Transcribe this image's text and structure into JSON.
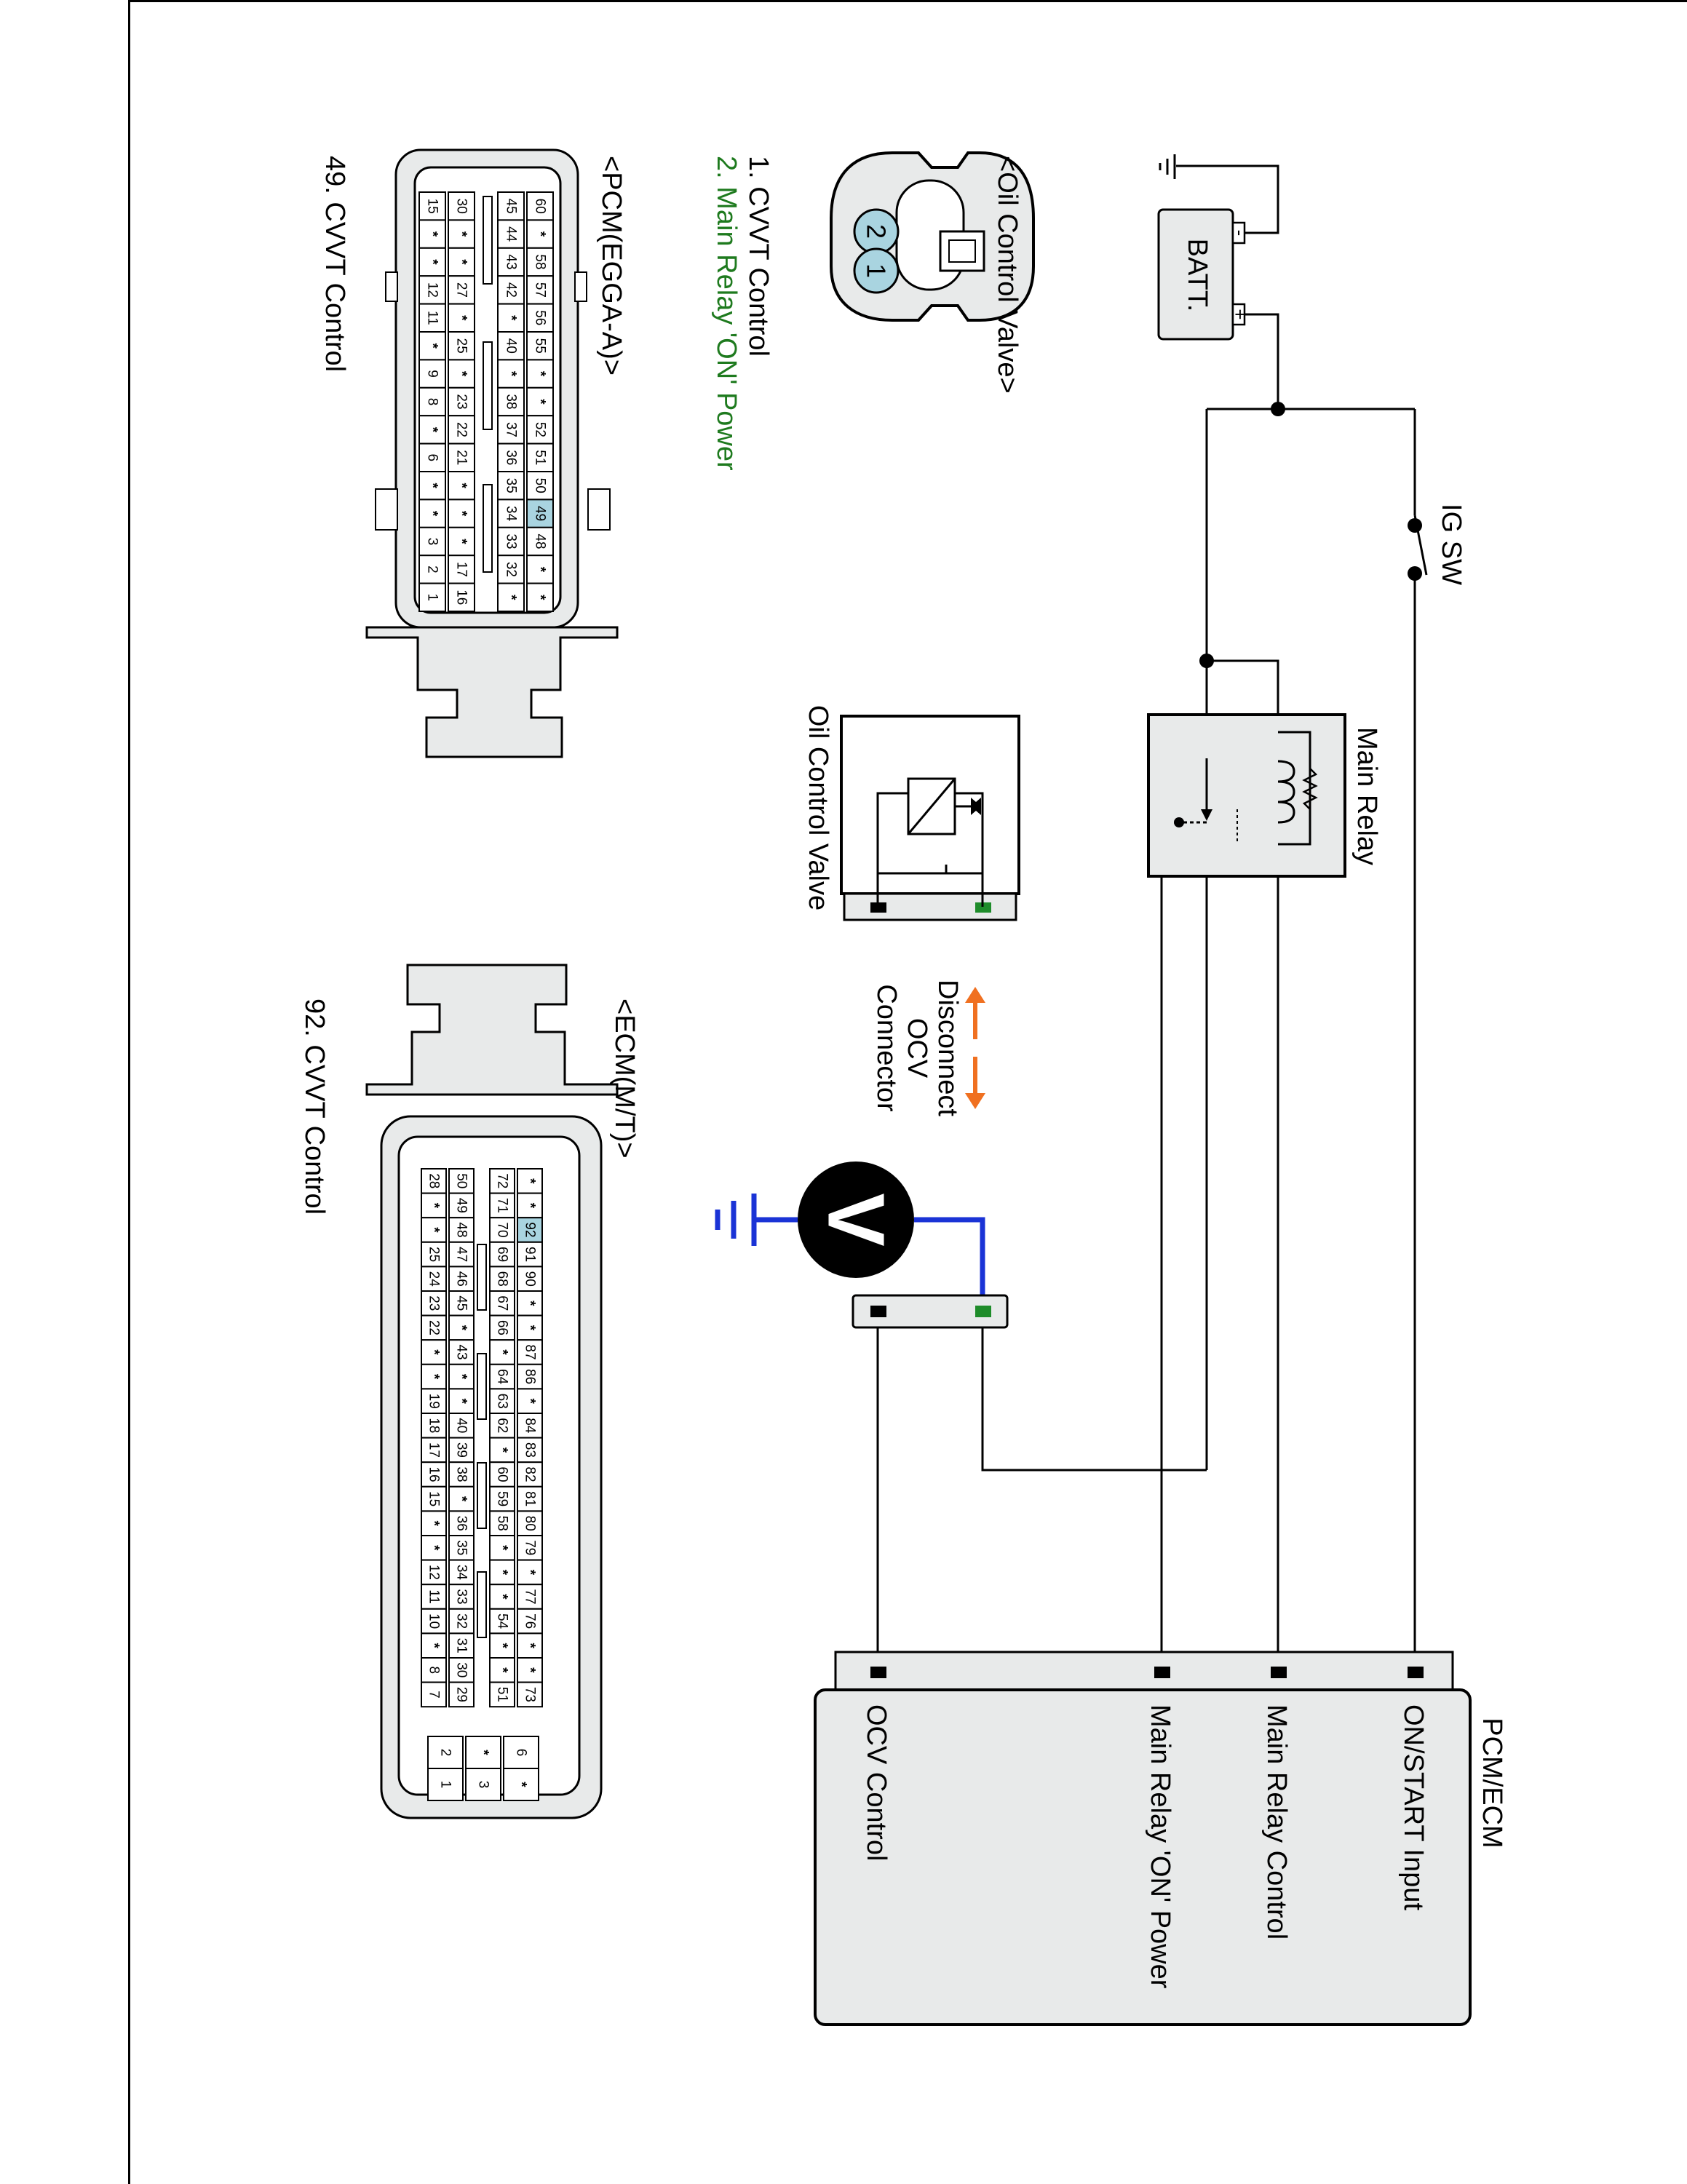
{
  "diagram": {
    "battery_label": "BATT.",
    "battery_minus": "-",
    "battery_plus": "+",
    "ig_switch_label": "IG SW",
    "main_relay_label": "Main Relay",
    "ocv_component_label": "Oil Control Valve",
    "disconnect_note": [
      "Disconnect",
      "OCV",
      "Connector"
    ],
    "voltmeter_symbol": "V",
    "pcm_title": "PCM/ECM",
    "pcm_pins": [
      "ON/START Input",
      "Main Relay Control",
      "Main Relay 'ON' Power",
      "OCV Control"
    ],
    "ocv_connector_title": "<Oil Control Valve>",
    "ocv_connector_pins": [
      "2",
      "1"
    ],
    "ocv_pin_list": [
      "1. CVVT Control",
      "2. Main Relay 'ON' Power"
    ],
    "pcm_connector_title": "<PCM(EGGA-A)>",
    "pcm_connector_note": "49. CVVT Control",
    "ecm_connector_title": "<ECM(M/T)>",
    "ecm_connector_note": "92. CVVT Control",
    "pcm_grid": [
      [
        "60",
        "*",
        "58",
        "57",
        "56",
        "55",
        "*",
        "*",
        "52",
        "51",
        "50",
        "49",
        "48",
        "*",
        "*"
      ],
      [
        "45",
        "44",
        "43",
        "42",
        "*",
        "40",
        "*",
        "38",
        "37",
        "36",
        "35",
        "34",
        "33",
        "32",
        "*"
      ],
      [
        "30",
        "*",
        "*",
        "27",
        "*",
        "25",
        "*",
        "23",
        "22",
        "21",
        "*",
        "*",
        "*",
        "17",
        "16"
      ],
      [
        "15",
        "*",
        "*",
        "12",
        "11",
        "*",
        "9",
        "8",
        "*",
        "6",
        "*",
        "*",
        "3",
        "2",
        "1"
      ]
    ],
    "ecm_grid": [
      [
        "*",
        "*",
        "92",
        "91",
        "90",
        "*",
        "*",
        "87",
        "86",
        "*",
        "84",
        "83",
        "82",
        "81",
        "80",
        "79",
        "*",
        "77",
        "76",
        "*",
        "*",
        "73"
      ],
      [
        "72",
        "71",
        "70",
        "69",
        "68",
        "67",
        "66",
        "*",
        "64",
        "63",
        "62",
        "*",
        "60",
        "59",
        "58",
        "*",
        "*",
        "*",
        "54",
        "*",
        "*",
        "51"
      ],
      [
        "50",
        "49",
        "48",
        "47",
        "46",
        "45",
        "*",
        "43",
        "*",
        "*",
        "40",
        "39",
        "38",
        "*",
        "36",
        "35",
        "34",
        "33",
        "32",
        "31",
        "30",
        "29"
      ],
      [
        "28",
        "*",
        "*",
        "25",
        "24",
        "23",
        "22",
        "*",
        "*",
        "19",
        "18",
        "17",
        "16",
        "15",
        "*",
        "*",
        "12",
        "11",
        "10",
        "*",
        "8",
        "7"
      ]
    ],
    "ecm_small_grid": [
      [
        "6",
        "*"
      ],
      [
        "*",
        "3"
      ],
      [
        "2",
        "1"
      ]
    ],
    "colors": {
      "wire": "#000000",
      "measure_wire": "#1a33d6",
      "green_pin": "#1e8c2a",
      "green_text": "#1e7a1e",
      "arrow": "#f07020",
      "highlight": "#a9d4e0",
      "box_fill": "#e8eaea"
    }
  }
}
